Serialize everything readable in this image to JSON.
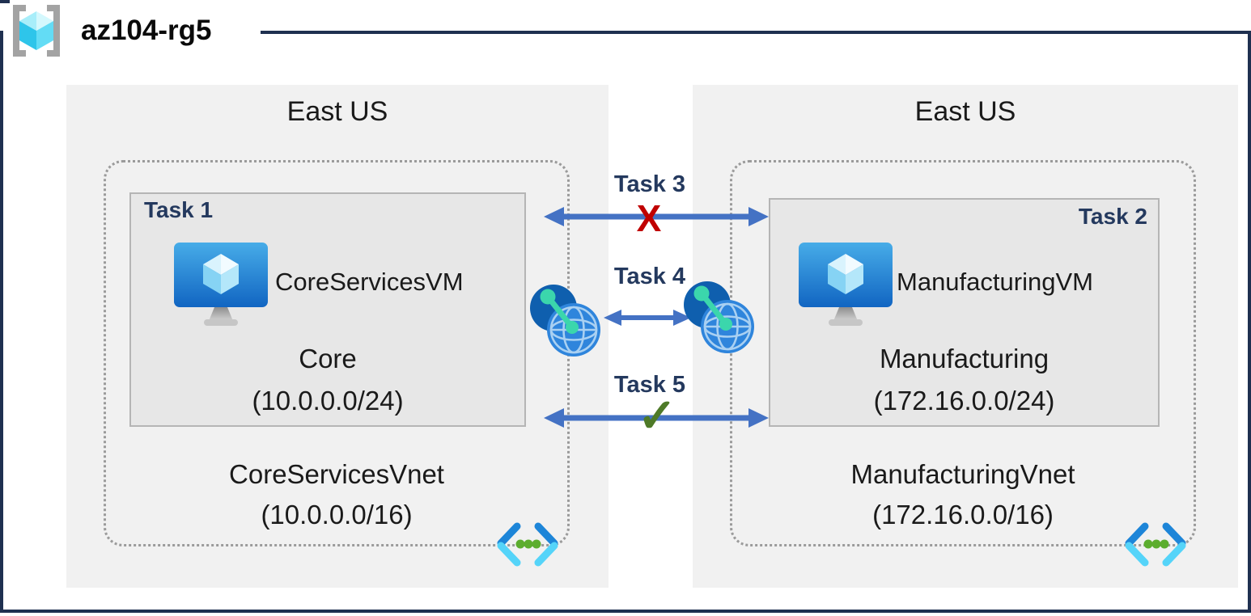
{
  "header": {
    "title": "az104-rg5",
    "icon": "resource-group-icon"
  },
  "vnets": [
    {
      "region": "East US",
      "task_label": "Task 1",
      "vm_name": "CoreServicesVM",
      "subnet_name": "Core",
      "subnet_cidr": "(10.0.0.0/24)",
      "vnet_name": "CoreServicesVnet",
      "vnet_cidr": "(10.0.0.0/16)"
    },
    {
      "region": "East US",
      "task_label": "Task 2",
      "vm_name": "ManufacturingVM",
      "subnet_name": "Manufacturing",
      "subnet_cidr": "(172.16.0.0/24)",
      "vnet_name": "ManufacturingVnet",
      "vnet_cidr": "(172.16.0.0/16)"
    }
  ],
  "connections": [
    {
      "label": "Task 3",
      "mark": "X"
    },
    {
      "label": "Task 4",
      "mark": ""
    },
    {
      "label": "Task 5",
      "mark": "✓"
    }
  ],
  "colors": {
    "outer_border": "#1F3050",
    "region_bg": "#F1F1F1",
    "subnet_bg": "#E7E7E7",
    "arrow_blue": "#4472C4",
    "task_label_navy": "#24395E",
    "blocked_x_red": "#C00000",
    "allowed_check_green": "#4E7A28",
    "peering_teal": "#3BD6AC",
    "azure_globe_blue": "#2F85DC",
    "vnet_icon_cyan": "#55D4F9",
    "vnet_icon_blue": "#1D85D8"
  }
}
